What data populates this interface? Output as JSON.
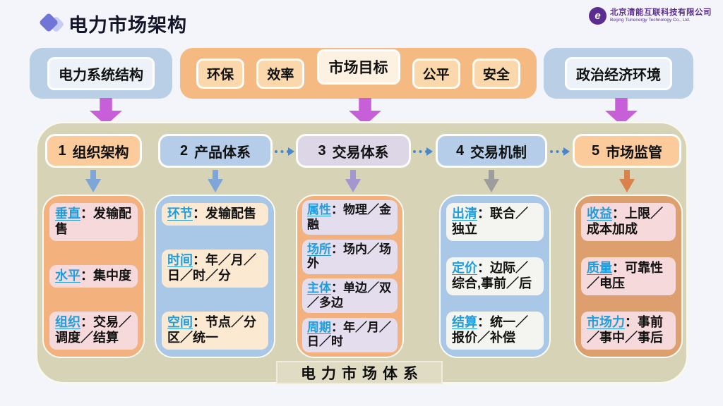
{
  "header": {
    "title": "电力市场架构",
    "logo_cn": "北京清能互联科技有限公司",
    "logo_en": "Beijing Tsinenergy Technology Co., Ltd."
  },
  "top_row": {
    "left": "电力系统结构",
    "goals_left": [
      "环保",
      "效率"
    ],
    "goals_center": "市场目标",
    "goals_right": [
      "公平",
      "安全"
    ],
    "right": "政治经济环境"
  },
  "ui": {
    "colon": "："
  },
  "columns": [
    {
      "num": "1",
      "name": "组织架构",
      "items": [
        {
          "k": "垂直",
          "v": "发输配售"
        },
        {
          "k": "水平",
          "v": "集中度"
        },
        {
          "k": "组织",
          "v": "交易／调度／结算"
        }
      ]
    },
    {
      "num": "2",
      "name": "产品体系",
      "items": [
        {
          "k": "环节",
          "v": "发输配售"
        },
        {
          "k": "时间",
          "v": "年／月／日／时／分"
        },
        {
          "k": "空间",
          "v": "节点／分区／统一"
        }
      ]
    },
    {
      "num": "3",
      "name": "交易体系",
      "items": [
        {
          "k": "属性",
          "v": "物理／金融"
        },
        {
          "k": "场所",
          "v": "场内／场外"
        },
        {
          "k": "主体",
          "v": "单边／双／多边"
        },
        {
          "k": "周期",
          "v": "年／月／日／时"
        }
      ]
    },
    {
      "num": "4",
      "name": "交易机制",
      "items": [
        {
          "k": "出清",
          "v": "联合／独立"
        },
        {
          "k": "定价",
          "v": "边际／综合,事前／后"
        },
        {
          "k": "结算",
          "v": "统一／报价／补偿"
        }
      ]
    },
    {
      "num": "5",
      "name": "市场监管",
      "items": [
        {
          "k": "收益",
          "v": "上限／成本加成"
        },
        {
          "k": "质量",
          "v": "可靠性／电压"
        },
        {
          "k": "市场力",
          "v": "事前／事中／事后"
        }
      ]
    }
  ],
  "footer": {
    "label": "电力市场体系"
  },
  "colors": {
    "page_bg": "#f4f4fb",
    "panel_khaki": "#d7d3b7",
    "context_blue": "#b9cfe6",
    "goal_orange": "#f5ba82",
    "purple_arrow": "#c75fd8",
    "dashed_arrow_blue": "#4a86c8",
    "keyword_blue": "#1f9ede",
    "logo_purple": "#5c2d91",
    "col_arrow_blue": "#7fa6d9",
    "col_arrow_purple": "#a496ce",
    "col_arrow_gray": "#9d9d9d",
    "col_arrow_orange": "#d9824c"
  }
}
